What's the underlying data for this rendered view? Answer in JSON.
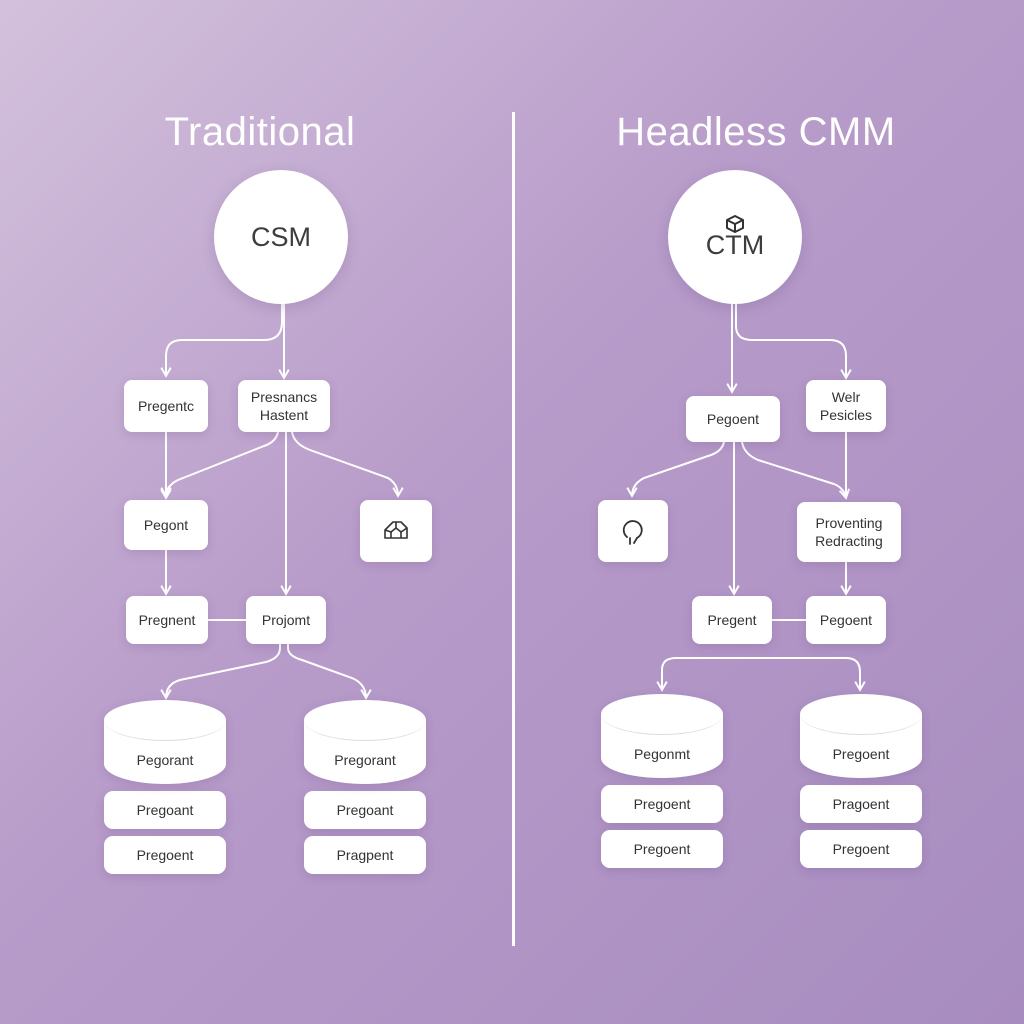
{
  "left": {
    "title": "Traditional",
    "hub": "CSM",
    "row1": [
      "Pregentc",
      "Presnancs\nHastent"
    ],
    "row2": [
      "Pegont"
    ],
    "row3": [
      "Pregnent",
      "Projomt"
    ],
    "db1": [
      "Pegorant",
      "Pregoant",
      "Pregoent"
    ],
    "db2": [
      "Pregorant",
      "Pregoant",
      "Pragpent"
    ],
    "icon": "cube-icon"
  },
  "right": {
    "title": "Headless CMM",
    "hub": "CTM",
    "hub_icon": "cube-icon",
    "row1": [
      "Pegoent",
      "Welr\nPesicles"
    ],
    "row2": [
      "Proventing\nRedracting"
    ],
    "row3": [
      "Pregent",
      "Pegoent"
    ],
    "db1": [
      "Pegonmt",
      "Pregoent",
      "Pregoent"
    ],
    "db2": [
      "Pregoent",
      "Pragoent",
      "Pregoent"
    ],
    "icon": "refresh-icon"
  }
}
